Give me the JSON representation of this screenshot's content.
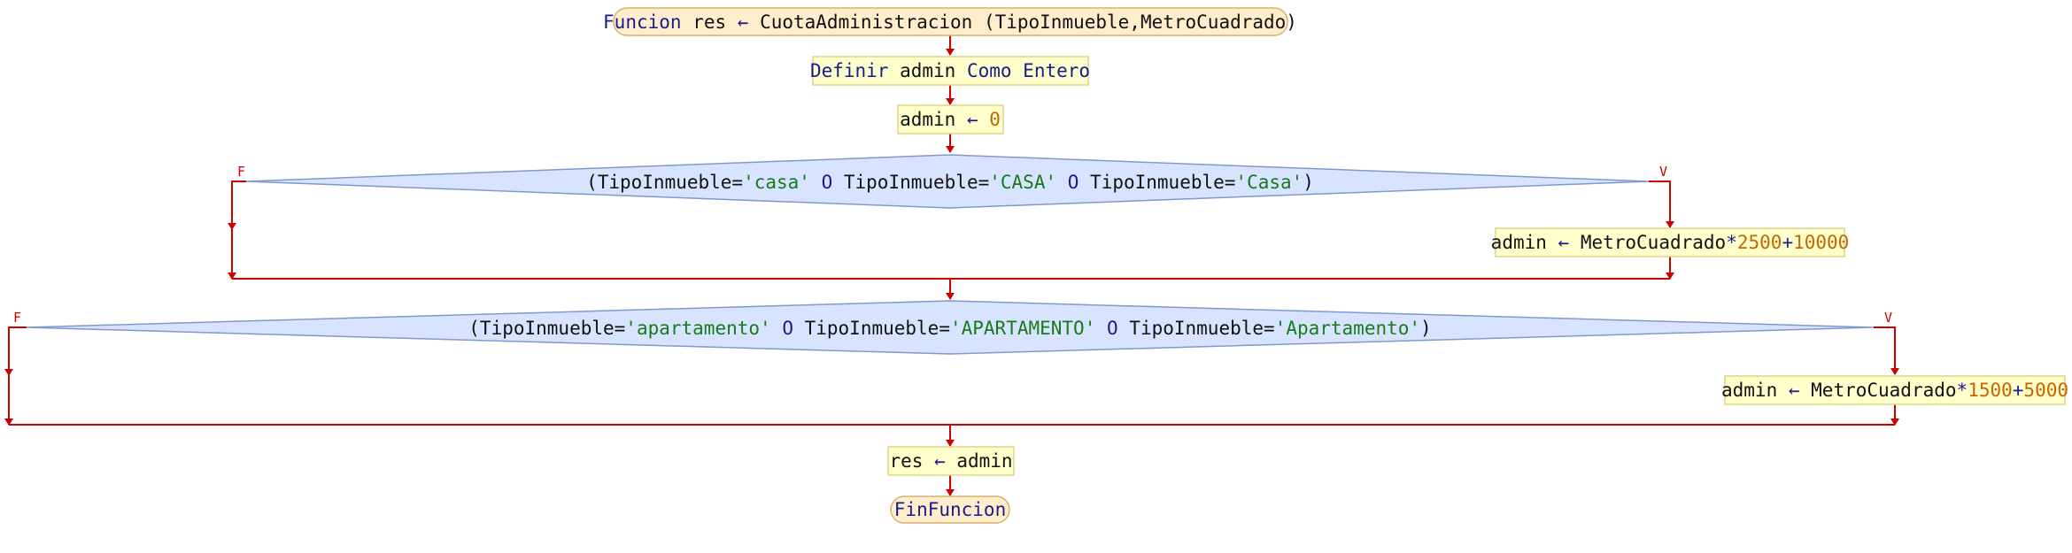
{
  "flowchart": {
    "start": {
      "kw": "Funcion",
      "sp1": " ",
      "res": "res",
      "arrow": " ← ",
      "name": "CuotaAdministracion",
      "params": " (TipoInmueble,MetroCuadrado)"
    },
    "define": {
      "kw1": "Definir",
      "var": " admin ",
      "kw2": "Como Entero"
    },
    "init": {
      "var": "admin",
      "arrow": " ← ",
      "value": "0"
    },
    "cond1": {
      "p1": "(TipoInmueble=",
      "s1": "'casa'",
      "o1": " O ",
      "p2": "TipoInmueble=",
      "s2": "'CASA'",
      "o2": " O ",
      "p3": "TipoInmueble=",
      "s3": "'Casa'",
      "close": ")",
      "false_label": "F",
      "true_label": "V"
    },
    "assign1": {
      "var": "admin",
      "arrow": " ← ",
      "expr": "MetroCuadrado",
      "mul": "*",
      "n1": "2500",
      "plus": "+",
      "n2": "10000"
    },
    "cond2": {
      "p1": "(TipoInmueble=",
      "s1": "'apartamento'",
      "o1": " O ",
      "p2": "TipoInmueble=",
      "s2": "'APARTAMENTO'",
      "o2": " O ",
      "p3": "TipoInmueble=",
      "s3": "'Apartamento'",
      "close": ")",
      "false_label": "F",
      "true_label": "V"
    },
    "assign2": {
      "var": "admin",
      "arrow": " ← ",
      "expr": "MetroCuadrado",
      "mul": "*",
      "n1": "1500",
      "plus": "+",
      "n2": "5000"
    },
    "ret": {
      "var": "res",
      "arrow": " ← ",
      "value": "admin"
    },
    "end": {
      "kw": "FinFuncion"
    }
  }
}
